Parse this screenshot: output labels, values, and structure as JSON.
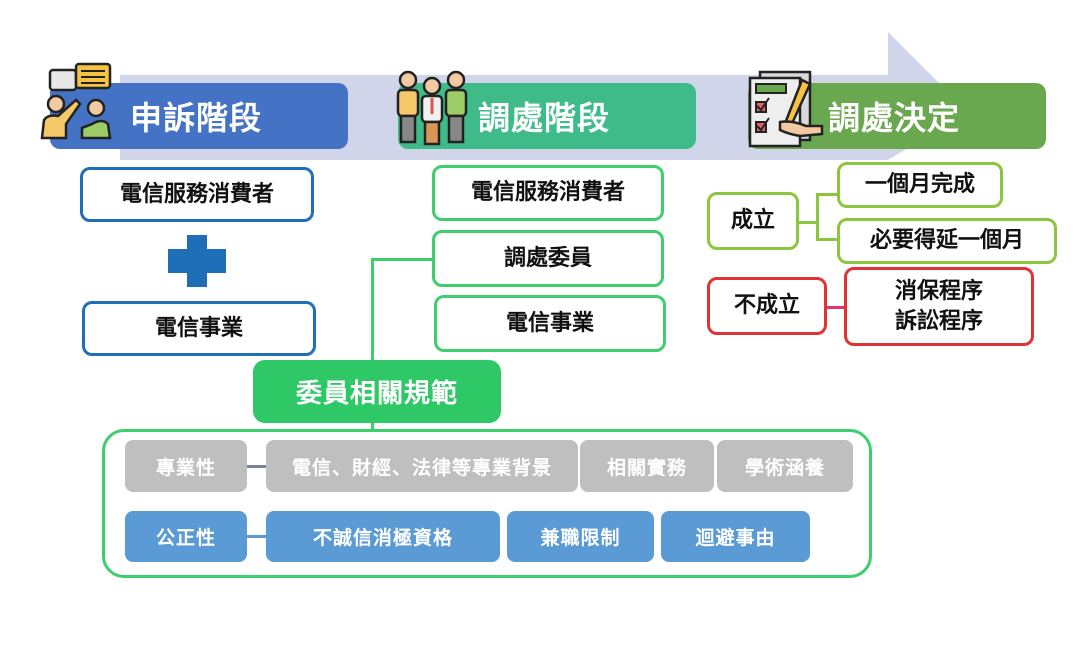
{
  "colors": {
    "stage1": "#4472c4",
    "stage2": "#3fbb8a",
    "stage3": "#6aa84f",
    "arrow": "#d0d5ea",
    "green_border": "#3fce6d",
    "blue_border": "#1f6fb8",
    "lime_border": "#8cc63f",
    "red_border": "#e03333",
    "gray_tag": "#bfbfbf",
    "blue_tag": "#5b9bd5"
  },
  "stages": [
    {
      "label": "申訴階段",
      "icon": "discussion-icon"
    },
    {
      "label": "調處階段",
      "icon": "group-people-icon"
    },
    {
      "label": "調處決定",
      "icon": "checklist-sign-icon"
    }
  ],
  "complaint": {
    "party1": "電信服務消費者",
    "plus": "plus-icon",
    "party2": "電信事業"
  },
  "mediation": {
    "items": [
      "電信服務消費者",
      "調處委員",
      "電信事業"
    ],
    "norms_title": "委員相關規範"
  },
  "decision": {
    "established": "成立",
    "established_outcomes": [
      "一個月完成",
      "必要得延一個月"
    ],
    "not_established": "不成立",
    "not_established_outcome_line1": "消保程序",
    "not_established_outcome_line2": "訴訟程序"
  },
  "norms": {
    "professionalism": {
      "label": "專業性",
      "items": [
        "電信、財經、法律等專業背景",
        "相關實務",
        "學術涵養"
      ]
    },
    "impartiality": {
      "label": "公正性",
      "items": [
        "不誠信消極資格",
        "兼職限制",
        "迴避事由"
      ]
    }
  }
}
